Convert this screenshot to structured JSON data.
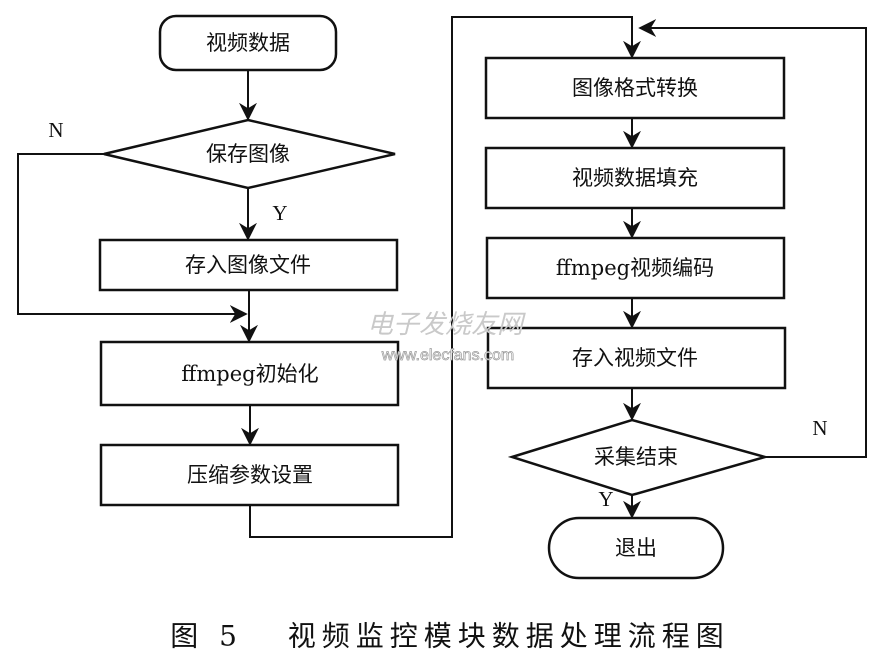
{
  "nodes": {
    "start": "视频数据",
    "save_decision": "保存图像",
    "save_image_file": "存入图像文件",
    "ffmpeg_init": "ffmpeg初始化",
    "compress_params": "压缩参数设置",
    "format_convert": "图像格式转换",
    "video_fill": "视频数据填充",
    "ffmpeg_encode": "ffmpeg视频编码",
    "save_video_file": "存入视频文件",
    "capture_end_decision": "采集结束",
    "exit": "退出"
  },
  "edge_labels": {
    "save_no": "N",
    "save_yes": "Y",
    "end_no": "N",
    "end_yes": "Y"
  },
  "watermark": {
    "cn": "电子发烧友网",
    "url": "www.elecfans.com"
  },
  "caption": "图 5   视频监控模块数据处理流程图"
}
